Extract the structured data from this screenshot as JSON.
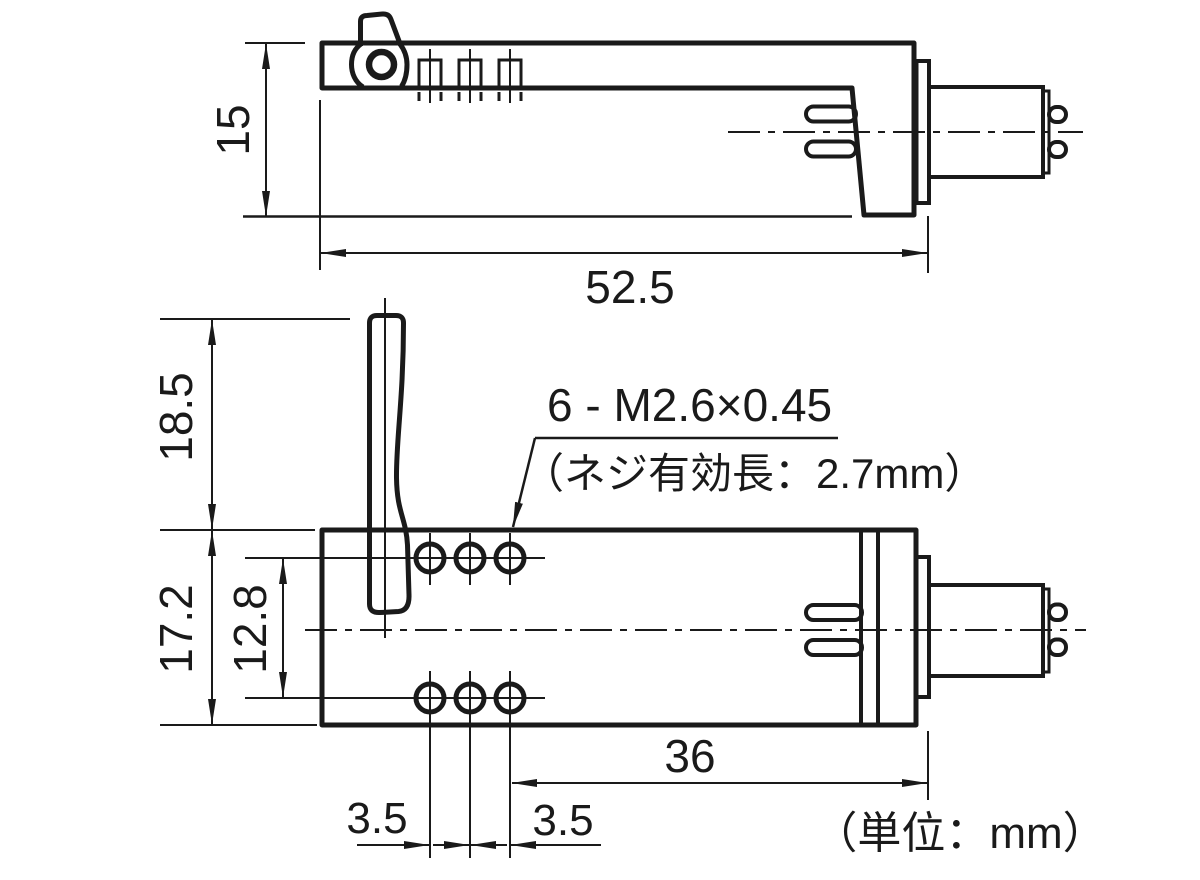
{
  "page": {
    "background": "#ffffff",
    "ink": "#1a1a1a",
    "unit_note": "（単位：mm）"
  },
  "drawing": {
    "side_view": {
      "dims": {
        "height": "15",
        "overall_length": "52.5"
      }
    },
    "plan_view": {
      "dims": {
        "finger_lift_extension": "18.5",
        "overall_width": "17.2",
        "hole_row_spacing": "12.8",
        "rear_length": "36",
        "hole_pitch_a": "3.5",
        "hole_pitch_b": "3.5"
      }
    },
    "annotation": {
      "thread_spec": "6 - M2.6×0.45",
      "thread_note": "（ネジ有効長：2.7mm）"
    }
  }
}
